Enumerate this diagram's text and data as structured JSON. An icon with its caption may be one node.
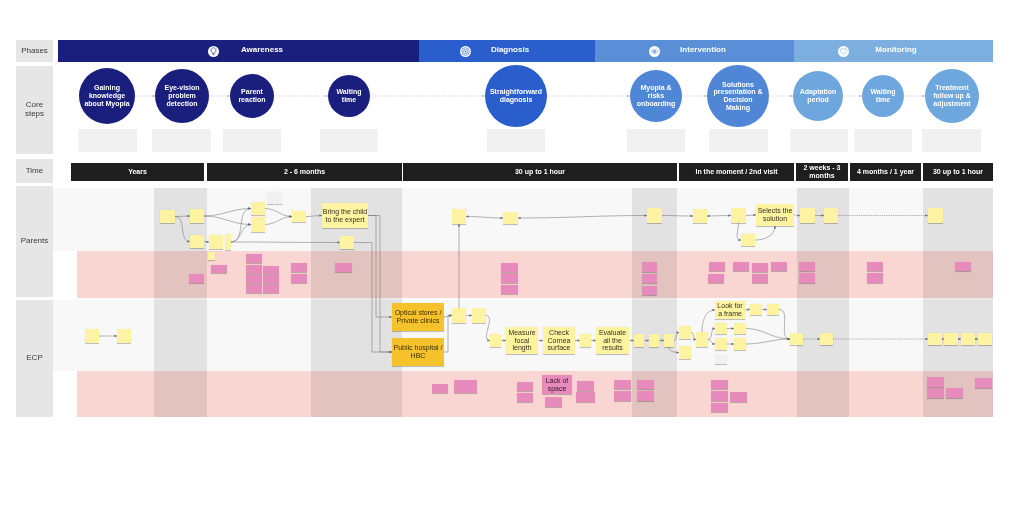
{
  "diagram": {
    "nodes": [
      {
        "text": [
          "Phases"
        ]
      },
      {
        "text": [
          "Awareness"
        ]
      },
      {
        "text": [
          "Diagnosis"
        ]
      },
      {
        "text": [
          "Intervention"
        ]
      },
      {
        "text": [
          "Monitoring"
        ]
      },
      {
        "text": [
          "Core steps"
        ]
      },
      {
        "text": [
          "Gaining knowledge about Myopia"
        ]
      },
      {
        "text": [
          "Eye-vision problem detection"
        ]
      },
      {
        "text": [
          "Parent reaction"
        ]
      },
      {
        "text": [
          "Waiting time"
        ]
      },
      {
        "text": [
          "Straightforward diagnosis"
        ]
      },
      {
        "text": [
          "Myopia & risks onboarding"
        ]
      },
      {
        "text": [
          "Solutions presentation & Decision Making"
        ]
      },
      {
        "text": [
          "Adaptation period"
        ]
      },
      {
        "text": [
          "Waiting time"
        ]
      },
      {
        "text": [
          "Treatment follow up & adjustment"
        ]
      },
      {
        "text": [],
        "shape": "box"
      },
      {
        "text": [],
        "shape": "box"
      },
      {
        "text": [],
        "shape": "box"
      },
      {
        "text": [],
        "shape": "box"
      },
      {
        "text": [],
        "shape": "box"
      },
      {
        "text": [],
        "shape": "box"
      },
      {
        "text": [],
        "shape": "box"
      },
      {
        "text": [],
        "shape": "box"
      },
      {
        "text": [],
        "shape": "box"
      },
      {
        "text": [],
        "shape": "box"
      },
      {
        "text": [
          "Time"
        ]
      },
      {
        "text": [
          "Years"
        ]
      },
      {
        "text": [
          "2 - 6 months"
        ]
      },
      {
        "text": [
          "30 up to 1 hour"
        ]
      },
      {
        "text": [
          "In the moment / 2nd visit"
        ]
      },
      {
        "text": [
          "2 weeks - 3 months"
        ]
      },
      {
        "text": [
          "4 months / 1 year"
        ]
      },
      {
        "text": [
          "30 up to 1 hour"
        ]
      },
      {
        "text": [
          "Parents"
        ]
      },
      {
        "text": [
          "ECP"
        ]
      },
      {
        "text": [],
        "shape": "box"
      },
      {
        "text": [],
        "shape": "box"
      },
      {
        "text": [],
        "shape": "box"
      },
      {
        "text": [],
        "shape": "box"
      },
      {
        "text": [],
        "shape": "box"
      },
      {
        "text": [],
        "shape": "box"
      },
      {
        "text": [],
        "shape": "box"
      },
      {
        "text": [],
        "shape": "box"
      },
      {
        "text": [],
        "shape": "box"
      },
      {
        "text": [],
        "shape": "box"
      },
      {
        "text": [
          "Bring the child to the expert"
        ]
      },
      {
        "text": [],
        "shape": "box"
      },
      {
        "text": [],
        "shape": "box"
      },
      {
        "text": [],
        "shape": "box"
      },
      {
        "text": [],
        "shape": "box"
      },
      {
        "text": [],
        "shape": "box"
      },
      {
        "text": [],
        "shape": "box"
      },
      {
        "text": [
          "Selects the solution"
        ]
      },
      {
        "text": [],
        "shape": "box"
      },
      {
        "text": [],
        "shape": "box"
      },
      {
        "text": [],
        "shape": "box"
      },
      {
        "text": [],
        "shape": "box"
      },
      {
        "text": [],
        "shape": "box"
      },
      {
        "text": [],
        "shape": "box"
      },
      {
        "text": [],
        "shape": "box"
      },
      {
        "text": [],
        "shape": "box"
      },
      {
        "text": [],
        "shape": "box"
      },
      {
        "text": [],
        "shape": "box"
      },
      {
        "text": [],
        "shape": "box"
      },
      {
        "text": [],
        "shape": "box"
      },
      {
        "text": [],
        "shape": "box"
      },
      {
        "text": [],
        "shape": "box"
      },
      {
        "text": [],
        "shape": "box"
      },
      {
        "text": [],
        "shape": "box"
      },
      {
        "text": [],
        "shape": "box"
      },
      {
        "text": [],
        "shape": "box"
      },
      {
        "text": [],
        "shape": "box"
      },
      {
        "text": [],
        "shape": "box"
      },
      {
        "text": [],
        "shape": "box"
      },
      {
        "text": [],
        "shape": "box"
      },
      {
        "text": [],
        "shape": "box"
      },
      {
        "text": [],
        "shape": "box"
      },
      {
        "text": [],
        "shape": "box"
      },
      {
        "text": [],
        "shape": "box"
      },
      {
        "text": [],
        "shape": "box"
      },
      {
        "text": [],
        "shape": "box"
      },
      {
        "text": [],
        "shape": "box"
      },
      {
        "text": [],
        "shape": "box"
      },
      {
        "text": [],
        "shape": "box"
      },
      {
        "text": [],
        "shape": "box"
      },
      {
        "text": [],
        "shape": "box"
      },
      {
        "text": [],
        "shape": "box"
      },
      {
        "text": [],
        "shape": "box"
      },
      {
        "text": [],
        "shape": "box"
      },
      {
        "text": [
          "Optical stores / Private clinics"
        ]
      },
      {
        "text": [
          "Public hospital / HBC"
        ]
      },
      {
        "text": [],
        "shape": "box"
      },
      {
        "text": [],
        "shape": "box"
      },
      {
        "text": [],
        "shape": "box"
      },
      {
        "text": [
          "Measure focal length"
        ]
      },
      {
        "text": [
          "Check Cornea surface"
        ]
      },
      {
        "text": [],
        "shape": "box"
      },
      {
        "text": [
          "Evaluate all the results"
        ]
      },
      {
        "text": [],
        "shape": "box"
      },
      {
        "text": [],
        "shape": "box"
      },
      {
        "text": [],
        "shape": "box"
      },
      {
        "text": [],
        "shape": "box"
      },
      {
        "text": [],
        "shape": "box"
      },
      {
        "text": [],
        "shape": "box"
      },
      {
        "text": [
          "Look for a frame"
        ]
      },
      {
        "text": [],
        "shape": "box"
      },
      {
        "text": [],
        "shape": "box"
      },
      {
        "text": [],
        "shape": "box"
      },
      {
        "text": [],
        "shape": "box"
      },
      {
        "text": [],
        "shape": "box"
      },
      {
        "text": [],
        "shape": "box"
      },
      {
        "text": [],
        "shape": "box"
      },
      {
        "text": [],
        "shape": "box"
      },
      {
        "text": [],
        "shape": "box"
      },
      {
        "text": [],
        "shape": "box"
      },
      {
        "text": [],
        "shape": "box"
      },
      {
        "text": [],
        "shape": "box"
      },
      {
        "text": [],
        "shape": "box"
      },
      {
        "text": [],
        "shape": "box"
      },
      {
        "text": [],
        "shape": "box"
      },
      {
        "text": [],
        "shape": "box"
      },
      {
        "text": [],
        "shape": "box"
      },
      {
        "text": [
          "Lack of space"
        ]
      },
      {
        "text": [],
        "shape": "box"
      },
      {
        "text": [],
        "shape": "box"
      },
      {
        "text": [],
        "shape": "box"
      },
      {
        "text": [],
        "shape": "box"
      },
      {
        "text": [],
        "shape": "box"
      },
      {
        "text": [],
        "shape": "box"
      },
      {
        "text": [],
        "shape": "box"
      },
      {
        "text": [],
        "shape": "box"
      },
      {
        "text": [],
        "shape": "box"
      },
      {
        "text": [],
        "shape": "box"
      },
      {
        "text": [],
        "shape": "box"
      },
      {
        "text": [],
        "shape": "box"
      },
      {
        "text": [],
        "shape": "box"
      },
      {
        "text": [],
        "shape": "box"
      },
      {
        "text": [],
        "shape": "box"
      }
    ],
    "edges": [
      {
        "from": 6,
        "to": 7,
        "arrow": "to",
        "style": "dashed",
        "color": "#b4b4b4"
      },
      {
        "from": 7,
        "to": 8,
        "arrow": "to",
        "style": "dashed",
        "color": "#b4b4b4"
      },
      {
        "from": 8,
        "to": 9,
        "arrow": "to",
        "style": "dashed",
        "color": "#b4b4b4"
      },
      {
        "from": 9,
        "to": 10,
        "arrow": "to",
        "style": "dashed",
        "color": "#b4b4b4"
      },
      {
        "from": 10,
        "to": 11,
        "arrow": "to",
        "style": "dashed",
        "color": "#b4b4b4"
      },
      {
        "from": 11,
        "to": 12,
        "arrow": "to",
        "style": "dashed",
        "color": "#b4b4b4"
      },
      {
        "from": 12,
        "to": 13,
        "arrow": "to",
        "style": "dashed",
        "color": "#b4b4b4"
      },
      {
        "from": 13,
        "to": 14,
        "arrow": "to",
        "style": "dashed",
        "color": "#b4b4b4"
      },
      {
        "from": 14,
        "to": 15,
        "arrow": "to",
        "style": "dashed",
        "color": "#b4b4b4"
      },
      {
        "from": 36,
        "to": 37,
        "arrow": "to"
      },
      {
        "from": 36,
        "to": 38,
        "arrow": "to"
      },
      {
        "from": 37,
        "to": 41,
        "arrow": "to"
      },
      {
        "from": 37,
        "to": 42,
        "arrow": "to"
      },
      {
        "from": 38,
        "to": 39,
        "arrow": "to"
      },
      {
        "from": 40,
        "to": 41,
        "arrow": "to"
      },
      {
        "from": 40,
        "to": 42,
        "arrow": "to"
      },
      {
        "from": 41,
        "to": 45,
        "arrow": "to"
      },
      {
        "from": 42,
        "to": 45,
        "arrow": "to"
      },
      {
        "from": 45,
        "to": 46,
        "arrow": "to"
      },
      {
        "from": 40,
        "to": 47,
        "arrow": "to"
      },
      {
        "from": 46,
        "to": 90,
        "arrow": "to"
      },
      {
        "from": 46,
        "to": 91,
        "arrow": "to"
      },
      {
        "from": 47,
        "to": 91,
        "arrow": "to"
      },
      {
        "from": 88,
        "to": 89,
        "arrow": "to"
      },
      {
        "from": 90,
        "to": 92,
        "arrow": "to"
      },
      {
        "from": 91,
        "to": 92,
        "arrow": "to"
      },
      {
        "from": 92,
        "to": 93,
        "arrow": "to"
      },
      {
        "from": 92,
        "to": 48,
        "arrow": "to"
      },
      {
        "from": 48,
        "to": 49,
        "arrow": "both"
      },
      {
        "from": 93,
        "to": 94,
        "arrow": "to"
      },
      {
        "from": 94,
        "to": 95,
        "arrow": "to"
      },
      {
        "from": 95,
        "to": 96,
        "arrow": "to"
      },
      {
        "from": 96,
        "to": 97,
        "arrow": "to"
      },
      {
        "from": 97,
        "to": 98,
        "arrow": "to"
      },
      {
        "from": 98,
        "to": 99,
        "arrow": "to"
      },
      {
        "from": 99,
        "to": 100,
        "arrow": "to"
      },
      {
        "from": 100,
        "to": 101,
        "arrow": "to"
      },
      {
        "from": 101,
        "to": 102,
        "arrow": "to"
      },
      {
        "from": 101,
        "to": 103,
        "arrow": "to"
      },
      {
        "from": 102,
        "to": 104,
        "arrow": "to"
      },
      {
        "from": 104,
        "to": 105,
        "arrow": "to"
      },
      {
        "from": 104,
        "to": 108,
        "arrow": "to"
      },
      {
        "from": 104,
        "to": 110,
        "arrow": "to"
      },
      {
        "from": 105,
        "to": 106,
        "arrow": "to"
      },
      {
        "from": 106,
        "to": 107,
        "arrow": "to"
      },
      {
        "from": 108,
        "to": 109,
        "arrow": "to"
      },
      {
        "from": 110,
        "to": 111,
        "arrow": "to"
      },
      {
        "from": 107,
        "to": 113,
        "arrow": "to"
      },
      {
        "from": 109,
        "to": 113,
        "arrow": "to"
      },
      {
        "from": 111,
        "to": 113,
        "arrow": "to"
      },
      {
        "from": 113,
        "to": 114,
        "arrow": "to",
        "style": "dashed"
      },
      {
        "from": 114,
        "to": 115,
        "arrow": "to",
        "style": "dashed"
      },
      {
        "from": 115,
        "to": 116,
        "arrow": "to"
      },
      {
        "from": 116,
        "to": 117,
        "arrow": "to"
      },
      {
        "from": 117,
        "to": 118,
        "arrow": "to"
      },
      {
        "from": 49,
        "to": 50,
        "arrow": "both"
      },
      {
        "from": 50,
        "to": 51,
        "arrow": "to"
      },
      {
        "from": 51,
        "to": 52,
        "arrow": "both"
      },
      {
        "from": 52,
        "to": 53,
        "arrow": "to"
      },
      {
        "from": 52,
        "to": 54,
        "arrow": "to"
      },
      {
        "from": 54,
        "to": 53,
        "arrow": "to"
      },
      {
        "from": 53,
        "to": 55,
        "arrow": "to",
        "style": "dashed"
      },
      {
        "from": 55,
        "to": 56,
        "arrow": "to"
      },
      {
        "from": 56,
        "to": 57,
        "arrow": "to",
        "style": "dashed"
      }
    ]
  }
}
